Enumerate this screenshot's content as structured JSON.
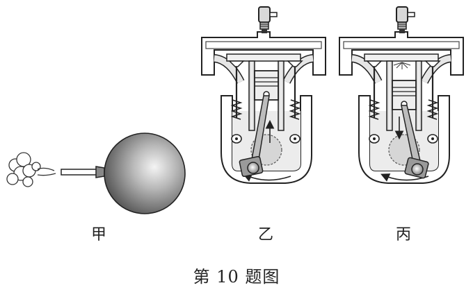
{
  "labels": {
    "jia": "甲",
    "yi": "乙",
    "bing": "丙"
  },
  "caption": "第 10 题图",
  "icons": {
    "balloon": "balloon-icon",
    "air_jet": "air-puff-icon",
    "engine_yi": "four-stroke-engine-icon",
    "engine_bing": "four-stroke-engine-icon"
  }
}
